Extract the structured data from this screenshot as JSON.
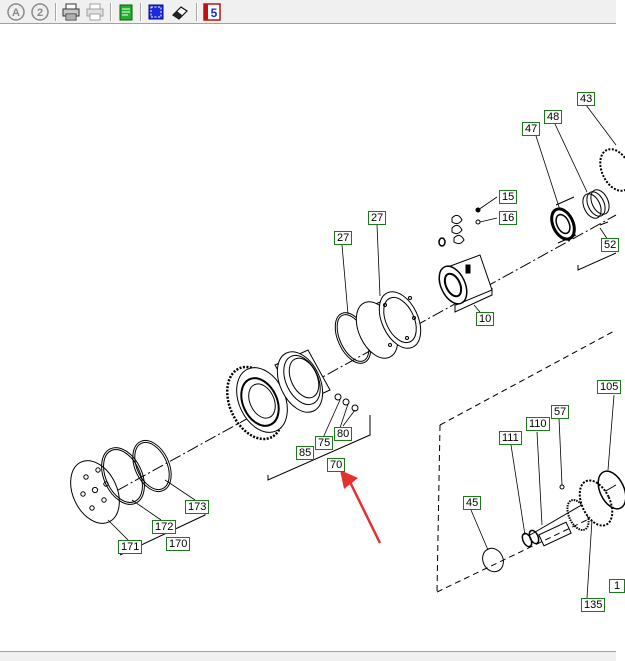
{
  "toolbar": {
    "buttons": [
      {
        "name": "zoom-in-icon",
        "kind": "zoom-in"
      },
      {
        "name": "zoom-out-icon",
        "kind": "zoom-out"
      },
      {
        "name": "print-icon",
        "kind": "print"
      },
      {
        "name": "print-preview-icon",
        "kind": "print-disabled"
      },
      {
        "name": "notes-icon",
        "kind": "notes"
      },
      {
        "name": "select-area-icon",
        "kind": "select"
      },
      {
        "name": "eraser-icon",
        "kind": "eraser"
      },
      {
        "name": "export-icon",
        "kind": "export"
      }
    ]
  },
  "colors": {
    "callout_border": "#1a7a1a",
    "arrow": "#e53030",
    "drawing": "#000000"
  },
  "callouts": [
    {
      "id": "c43",
      "label": "43"
    },
    {
      "id": "c47",
      "label": "47"
    },
    {
      "id": "c48",
      "label": "48"
    },
    {
      "id": "c15",
      "label": "15"
    },
    {
      "id": "c16",
      "label": "16"
    },
    {
      "id": "c27a",
      "label": "27"
    },
    {
      "id": "c27b",
      "label": "27"
    },
    {
      "id": "c52",
      "label": "52"
    },
    {
      "id": "c10",
      "label": "10"
    },
    {
      "id": "c105",
      "label": "105"
    },
    {
      "id": "c57",
      "label": "57"
    },
    {
      "id": "c110",
      "label": "110"
    },
    {
      "id": "c111",
      "label": "111"
    },
    {
      "id": "c75",
      "label": "75"
    },
    {
      "id": "c80",
      "label": "80"
    },
    {
      "id": "c85",
      "label": "85"
    },
    {
      "id": "c70",
      "label": "70"
    },
    {
      "id": "c45",
      "label": "45"
    },
    {
      "id": "c173",
      "label": "173"
    },
    {
      "id": "c172",
      "label": "172"
    },
    {
      "id": "c171",
      "label": "171"
    },
    {
      "id": "c170",
      "label": "170"
    },
    {
      "id": "c135",
      "label": "135"
    },
    {
      "id": "c1",
      "label": "1"
    }
  ]
}
